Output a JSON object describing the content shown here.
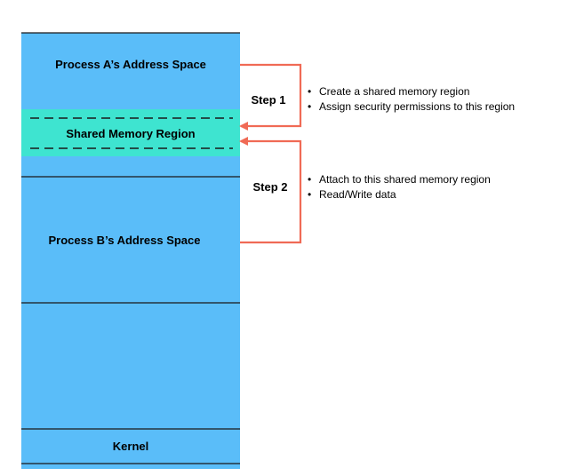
{
  "memory_layout": {
    "process_a_label": "Process A’s Address Space",
    "shared_region_label": "Shared Memory Region",
    "process_b_label": "Process B’s Address Space",
    "kernel_label": "Kernel"
  },
  "steps": [
    {
      "label": "Step 1",
      "bullets": [
        "Create a shared memory region",
        "Assign security permissions to this region"
      ]
    },
    {
      "label": "Step 2",
      "bullets": [
        "Attach to this shared memory region",
        "Read/Write data"
      ]
    }
  ],
  "colors": {
    "address_space_fill": "#5abdf9",
    "shared_region_fill": "#3ee4d0",
    "arrow": "#f06a55",
    "divider_line": "#1a1a1a",
    "text": "#000000"
  },
  "bullet_glyph": "•"
}
